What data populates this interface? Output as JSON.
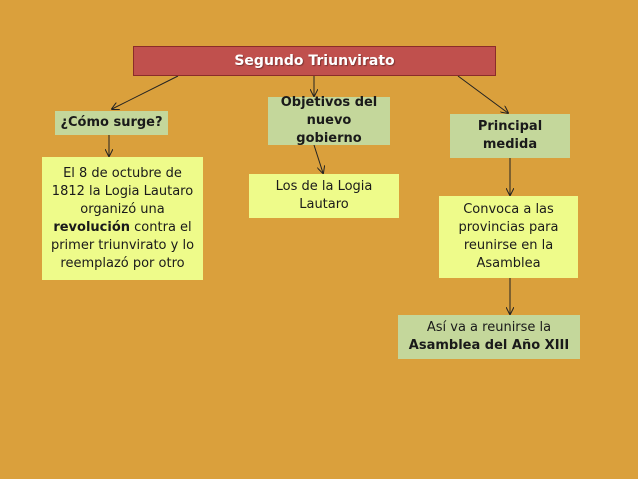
{
  "diagram": {
    "root": "Segundo Triunvirato",
    "branches": [
      {
        "heading": "¿Cómo surge?",
        "detail": {
          "part1": "El 8 de octubre de 1812 la Logia Lautaro organizó una ",
          "bold": "revolución",
          "part2": " contra el primer triunvirato y lo reemplazó por otro"
        }
      },
      {
        "heading": "Objetivos del nuevo gobierno",
        "detail": "Los de la Logia Lautaro"
      },
      {
        "heading": "Principal medida",
        "detail": "Convoca a las provincias para reunirse en la Asamblea",
        "followup": {
          "part1": "Así va a reunirse la ",
          "bold": "Asamblea del Año XIII"
        }
      }
    ]
  },
  "colors": {
    "background": "#DAA03C",
    "root_fill": "#C0504D",
    "heading_fill": "#C4D79B",
    "detail_fill": "#EEFB8A"
  }
}
